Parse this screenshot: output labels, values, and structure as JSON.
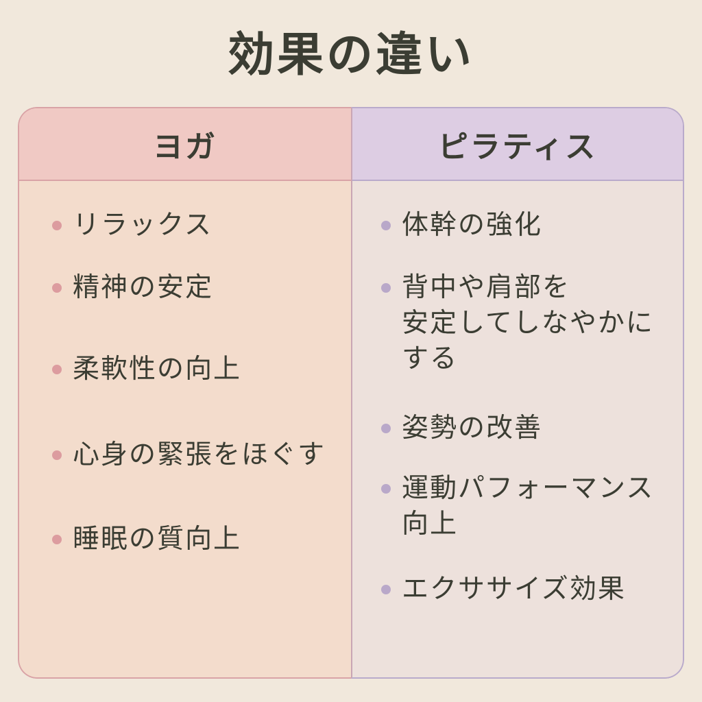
{
  "title": "効果の違い",
  "colors": {
    "background": "#f1e8dc",
    "yoga_header": "#f0c9c4",
    "yoga_body": "#f3dccc",
    "pilates_header": "#ddcde3",
    "pilates_body": "#ede1dc",
    "yoga_bullet": "#dc9c9f",
    "pilates_bullet": "#b9a8c9",
    "text": "#3b3d33"
  },
  "yoga": {
    "header": "ヨガ",
    "items": [
      "リラックス",
      "精神の安定",
      "柔軟性の向上",
      "心身の緊張をほぐす",
      "睡眠の質向上"
    ]
  },
  "pilates": {
    "header": "ピラティス",
    "items": [
      "体幹の強化",
      "背中や肩部を\n安定してしなやかに\nする",
      "姿勢の改善",
      "運動パフォーマンス\n向上",
      "エクササイズ効果"
    ]
  }
}
